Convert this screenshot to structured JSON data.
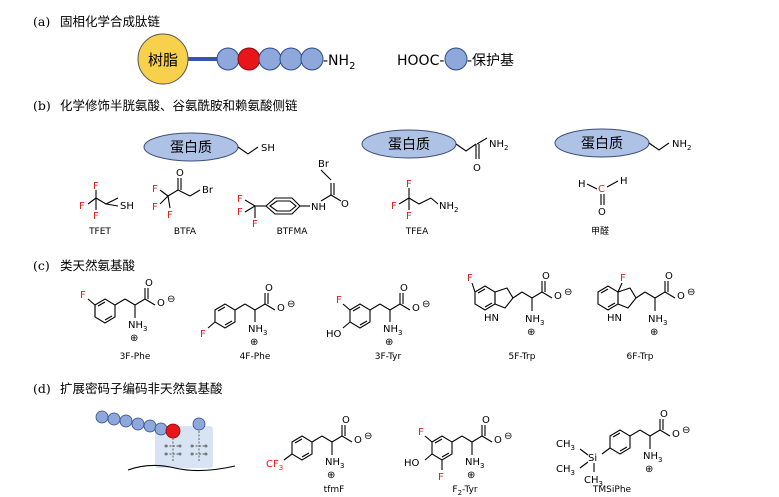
{
  "sections": {
    "a": {
      "marker": "(a)",
      "title": "固相化学合成肽链"
    },
    "b": {
      "marker": "(b)",
      "title": "化学修饰半胱氨酸、谷氨酰胺和赖氨酸侧链"
    },
    "c": {
      "marker": "(c)",
      "title": "类天然氨基酸"
    },
    "d": {
      "marker": "(d)",
      "title": "扩展密码子编码非天然氨基酸"
    }
  },
  "panel_a": {
    "resin_label": "树脂",
    "peptide_terminus": "-NH",
    "peptide_terminus_sub": "2",
    "linker_left": "HOOC-",
    "linker_right": "-保护基",
    "colors": {
      "resin": "#f7d14b",
      "bead": "#8fa8dc",
      "bead_highlight": "#e8151b",
      "chain": "#3657a8"
    }
  },
  "panel_b": {
    "protein_label": "蛋白质",
    "side_chains": [
      "SH",
      "O",
      "NH",
      "2",
      "NH",
      "2"
    ],
    "reagents": [
      {
        "name": "TFET",
        "atoms": [
          "F",
          "F",
          "F",
          "SH"
        ]
      },
      {
        "name": "BTFA",
        "atoms": [
          "F",
          "F",
          "F",
          "O",
          "Br"
        ]
      },
      {
        "name": "BTFMA",
        "atoms": [
          "F",
          "F",
          "F",
          "Br",
          "O",
          "NH"
        ]
      },
      {
        "name": "TFEA",
        "atoms": [
          "F",
          "F",
          "F",
          "NH",
          "2"
        ]
      },
      {
        "name": "甲醛",
        "atoms": [
          "H",
          "C",
          "H",
          "O"
        ]
      }
    ]
  },
  "panel_c": {
    "compounds": [
      {
        "name": "3F-Phe",
        "subst": "F"
      },
      {
        "name": "4F-Phe",
        "subst": "F"
      },
      {
        "name": "3F-Tyr",
        "subst": "F",
        "extra": "HO"
      },
      {
        "name": "5F-Trp",
        "subst": "F",
        "extra": "HN"
      },
      {
        "name": "6F-Trp",
        "subst": "F",
        "extra": "HN"
      }
    ],
    "common": {
      "nh3": "NH",
      "nh3_sub": "3",
      "plus": "⊕",
      "minus": "⊖",
      "oxygen": "O"
    }
  },
  "panel_d": {
    "compounds": [
      {
        "name": "tfmF",
        "group": "CF",
        "group_sub": "3"
      },
      {
        "name_pre": "F",
        "name_sub": "2",
        "name_post": "-Tyr",
        "atoms": [
          "F",
          "F",
          "HO"
        ]
      },
      {
        "name": "TMSiPhe",
        "atoms": [
          "CH",
          "3",
          "Si",
          "CH",
          "3",
          "CH",
          "3"
        ]
      }
    ]
  }
}
